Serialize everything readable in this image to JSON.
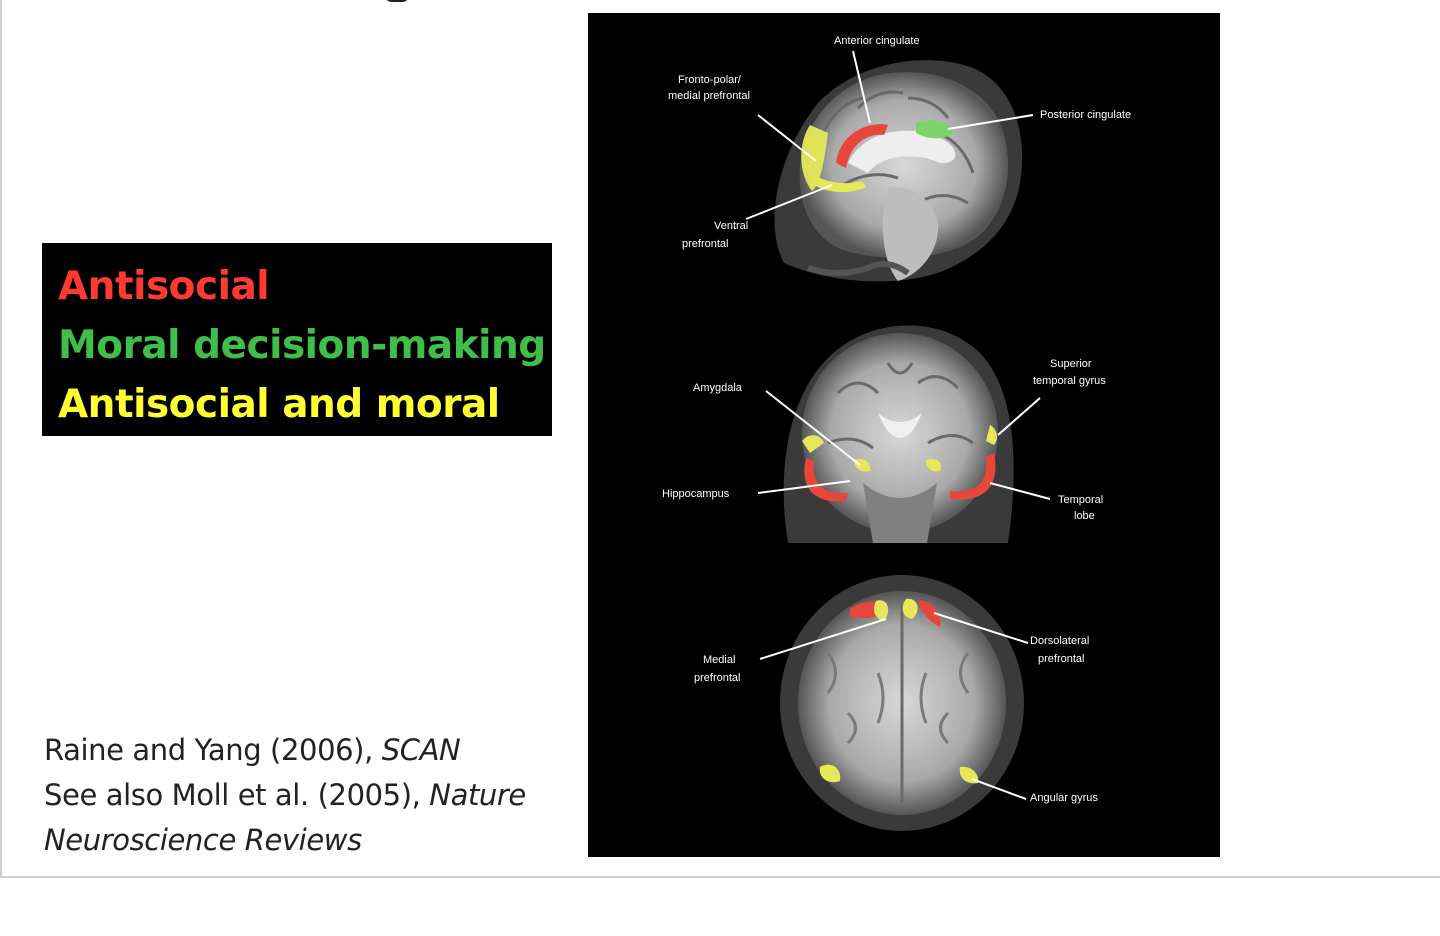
{
  "legend": {
    "items": [
      {
        "label": "Antisocial",
        "color": "#ff3b30"
      },
      {
        "label": "Moral decision-making",
        "color": "#3fbf4a"
      },
      {
        "label": "Antisocial and moral",
        "color": "#ffff33"
      }
    ]
  },
  "citation": {
    "line1_text": "Raine and Yang (2006), ",
    "line1_journal": "SCAN",
    "line2_text": "See also Moll et al. (2005), ",
    "line2_journal": "Nature",
    "line3_journal": "Neuroscience Reviews"
  },
  "figure": {
    "sagittal_labels": {
      "anterior_cingulate": "Anterior cingulate",
      "frontopolar_l1": "Fronto-polar/",
      "frontopolar_l2": "medial prefrontal",
      "posterior_cingulate": "Posterior cingulate",
      "ventral_l1": "Ventral",
      "ventral_l2": "prefrontal"
    },
    "coronal_labels": {
      "amygdala": "Amygdala",
      "superior_l1": "Superior",
      "superior_l2": "temporal gyrus",
      "hippocampus": "Hippocampus",
      "temporal_l1": "Temporal",
      "temporal_l2": "lobe"
    },
    "axial_labels": {
      "dorsolateral_l1": "Dorsolateral",
      "dorsolateral_l2": "prefrontal",
      "medial_l1": "Medial",
      "medial_l2": "prefrontal",
      "angular": "Angular gyrus"
    },
    "colors": {
      "antisocial": "#e8463a",
      "moral": "#7ed36a",
      "both": "#e6e85a"
    }
  }
}
